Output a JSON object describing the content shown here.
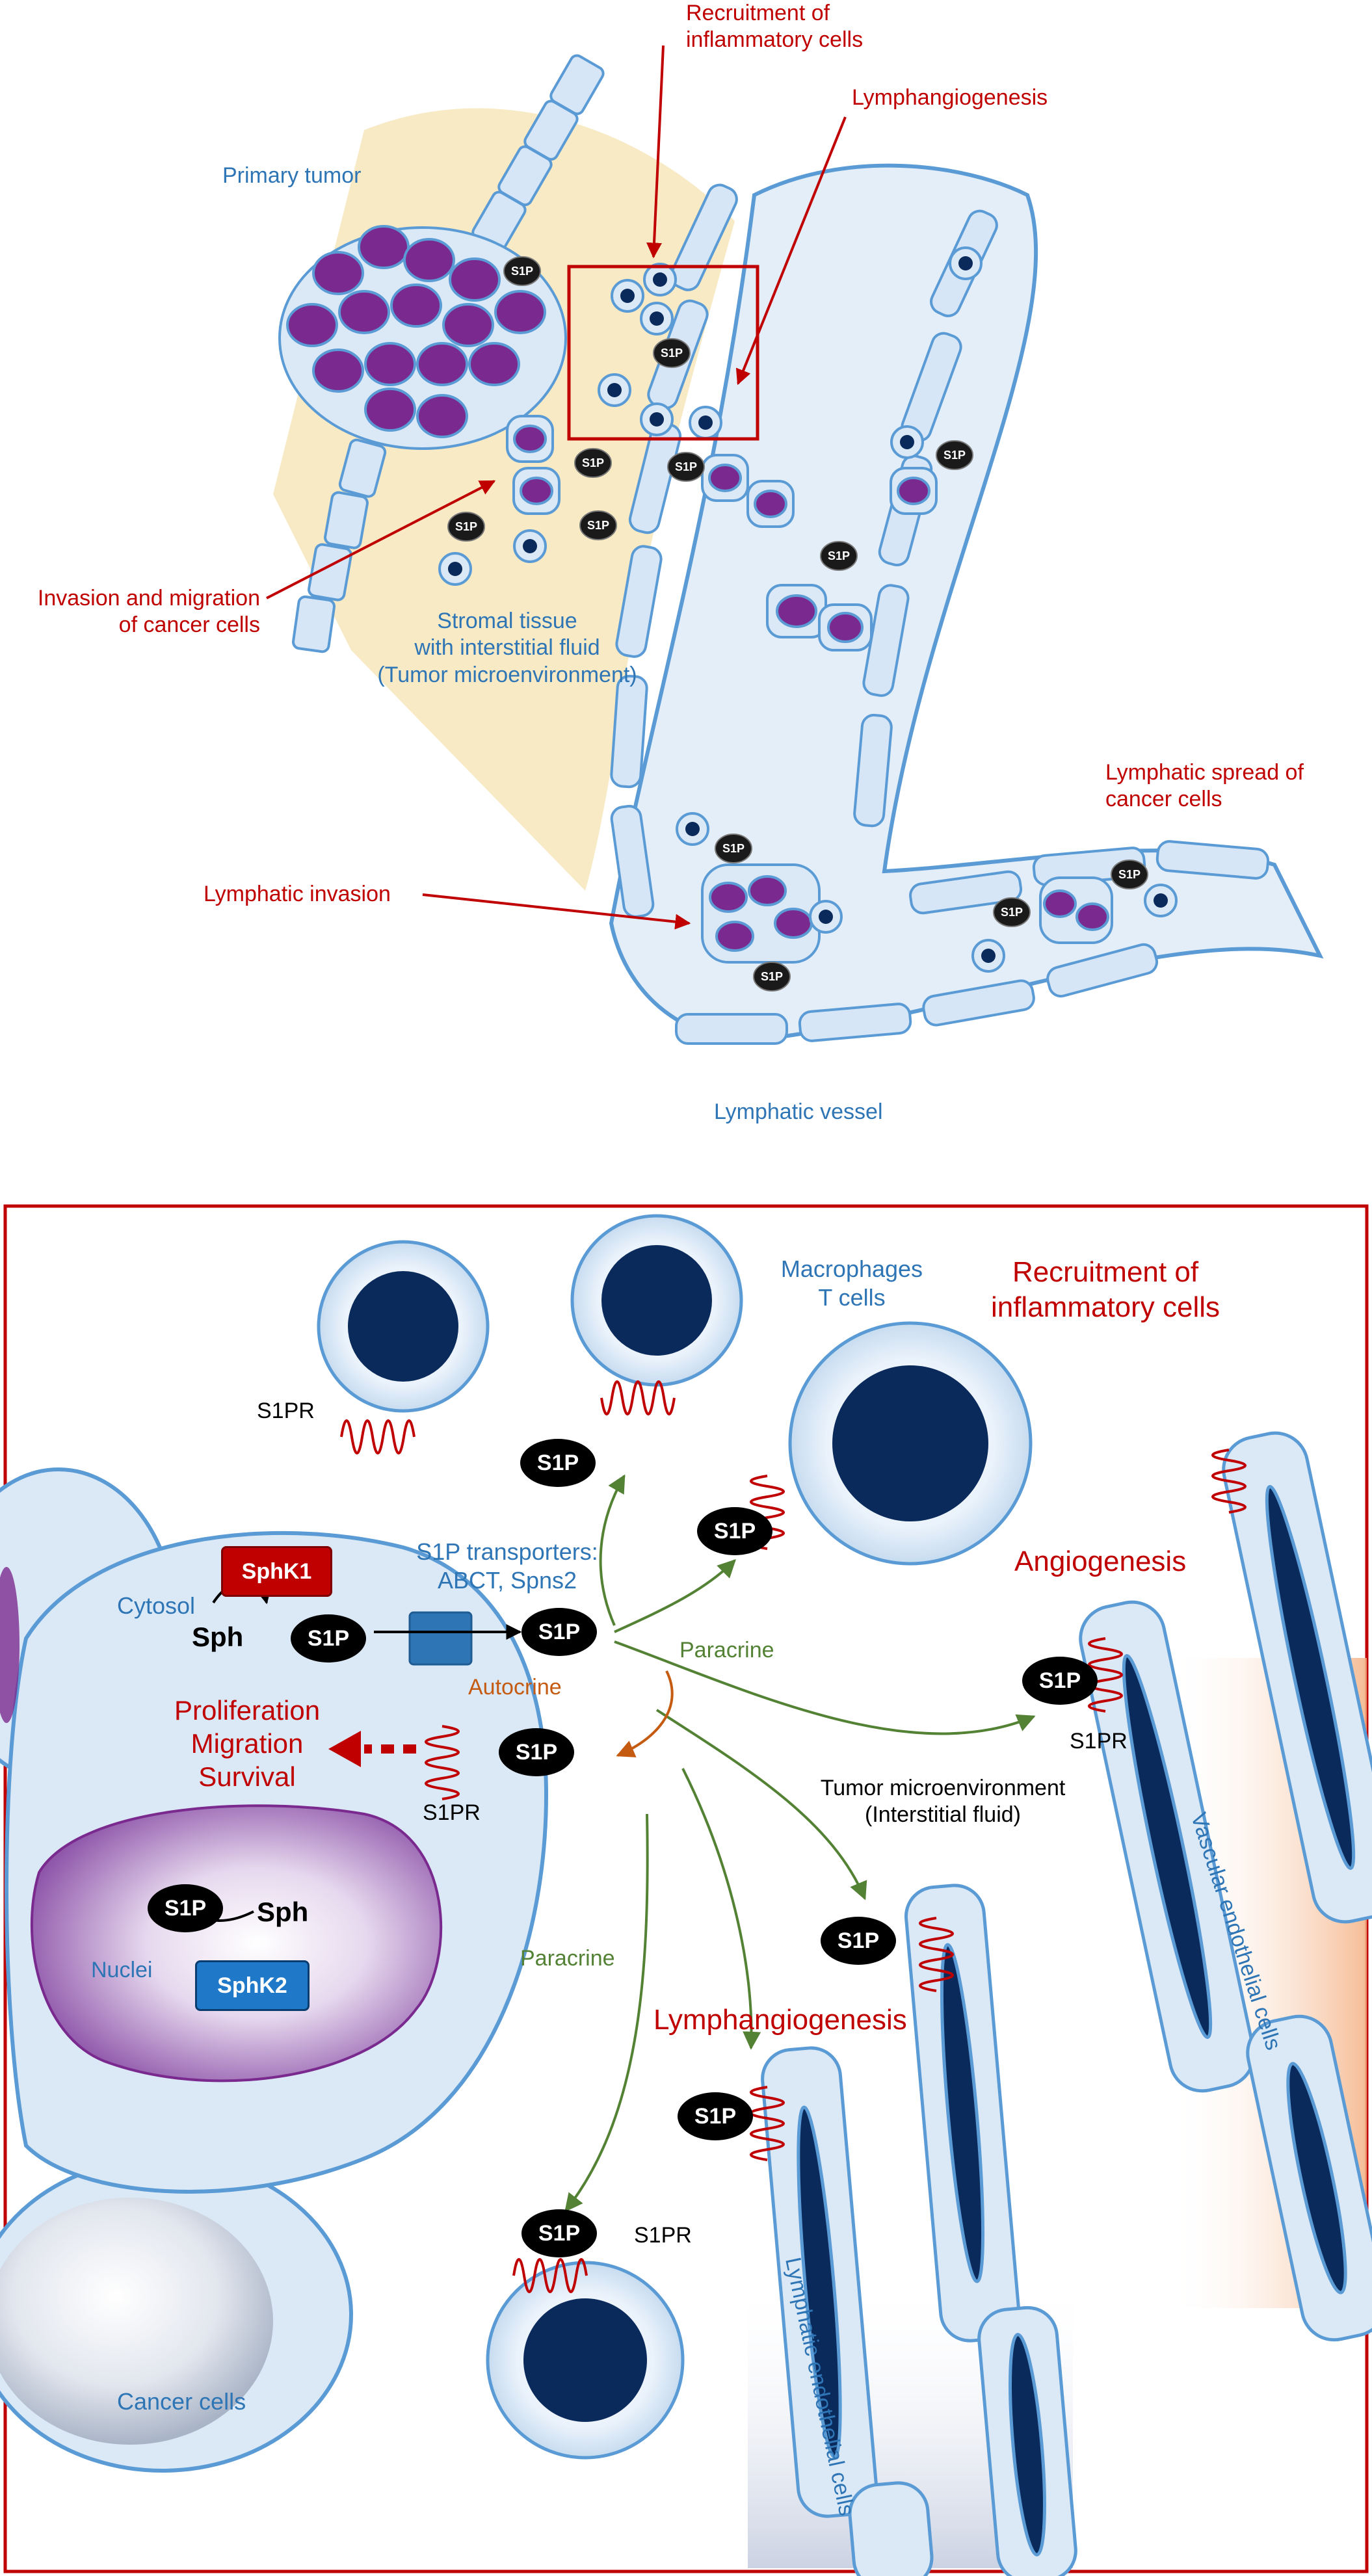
{
  "colors": {
    "label_blue": "#2e75b6",
    "label_red": "#c00000",
    "arrow_green": "#548235",
    "arrow_orange": "#c55a11",
    "cell_light": "#dbe9f6",
    "cell_border": "#5b9bd5",
    "nucleus": "#0b2a5c",
    "tumor_purple": "#7a2a8e",
    "stroma": "#f7e8bf",
    "receptor": "#c00000",
    "sphk1": "#c00000",
    "sphk2": "#1f78c8"
  },
  "top_panel": {
    "labels": {
      "primary_tumor": "Primary tumor",
      "recruitment": "Recruitment of\ninflammatory cells",
      "lymphangiogenesis": "Lymphangiogenesis",
      "invasion": "Invasion and migration\nof cancer cells",
      "stromal": "Stromal tissue\nwith interstitial fluid\n(Tumor microenvironment)",
      "lymphatic_spread": "Lymphatic spread of\ncancer cells",
      "lymphatic_invasion": "Lymphatic invasion",
      "lymphatic_vessel": "Lymphatic vessel"
    },
    "s1p_badge": "S1P"
  },
  "bottom_panel": {
    "labels": {
      "macrophages": "Macrophages\nT cells",
      "recruitment": "Recruitment of\ninflammatory cells",
      "angiogenesis": "Angiogenesis",
      "transporters": "S1P transporters:\nABCT, Spns2",
      "cytosol": "Cytosol",
      "sph_left": "Sph",
      "sph_nucleus": "Sph",
      "autocrine": "Autocrine",
      "paracrine_1": "Paracrine",
      "paracrine_2": "Paracrine",
      "proliferation": "Proliferation\nMigration\nSurvival",
      "s1pr_top": "S1PR",
      "s1pr_cancer": "S1PR",
      "s1pr_vascular": "S1PR",
      "s1pr_bottom": "S1PR",
      "tme": "Tumor microenvironment\n(Interstitial fluid)",
      "nuclei": "Nuclei",
      "lymphangiogenesis": "Lymphangiogenesis",
      "vascular_endothelial": "Vascular endothelial cells",
      "lymphatic_endothelial": "Lymphatic endothelial cells",
      "cancer_cells": "Cancer cells"
    },
    "enzymes": {
      "sphk1": "SphK1",
      "sphk2": "SphK2"
    },
    "s1p": "S1P"
  }
}
